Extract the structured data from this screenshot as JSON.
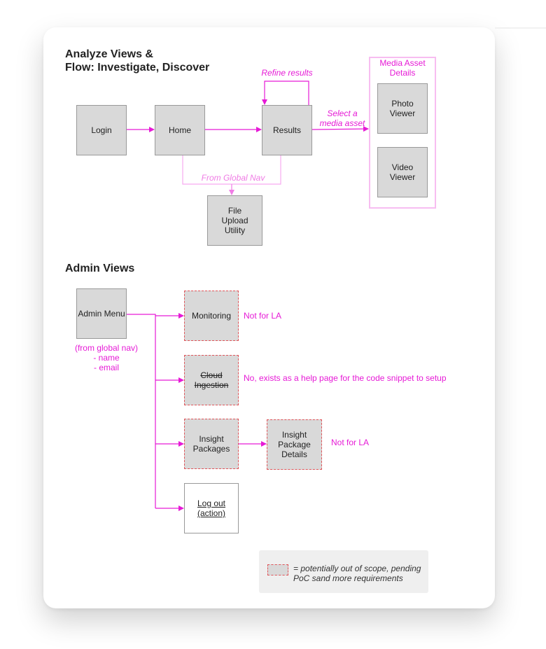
{
  "sections": {
    "analyze_title": "Analyze Views &\nFlow: Investigate, Discover",
    "admin_title": "Admin Views"
  },
  "flow": {
    "login": "Login",
    "home": "Home",
    "results": "Results",
    "file_upload": "File\nUpload\nUtility",
    "refine_label": "Refine results",
    "select_label": "Select a\nmedia asset",
    "global_nav_label": "From Global Nav",
    "media_group_title": "Media Asset\nDetails",
    "photo_viewer": "Photo\nViewer",
    "video_viewer": "Video\nViewer"
  },
  "admin": {
    "menu": "Admin Menu",
    "menu_note": "(from global nav)\n- name\n- email",
    "monitoring": "Monitoring",
    "monitoring_note": "Not for LA",
    "cloud": "Cloud\nIngestion",
    "cloud_note": "No, exists as a help page for the code snippet to setup",
    "insight_packages": "Insight\nPackages",
    "insight_details": "Insight\nPackage\nDetails",
    "insight_note": "Not for LA",
    "logout": "Log out\n(action)"
  },
  "legend": {
    "text": "= potentially out of scope, pending\nPoC sand more requirements"
  },
  "colors": {
    "accent": "#e61ad6",
    "accent_light": "#f7bdf1",
    "node_fill": "#d9d9d9",
    "node_border": "#999999",
    "dashed_border": "#e0555a"
  }
}
